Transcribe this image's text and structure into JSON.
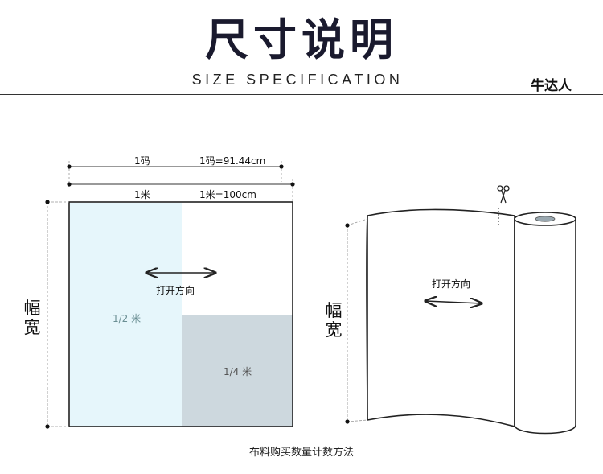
{
  "header": {
    "title": "尺寸说明",
    "subtitle": "SIZE SPECIFICATION",
    "brand": "牛达人"
  },
  "left_diagram": {
    "yard_label": "1码",
    "yard_value": "1码=91.44cm",
    "meter_label": "1米",
    "meter_value": "1米=100cm",
    "width_label": "幅宽",
    "open_direction": "打开方向",
    "half_meter": "1/2 米",
    "quarter_meter": "1/4 米"
  },
  "right_diagram": {
    "open_direction": "打开方向",
    "width_label": "幅宽"
  },
  "caption": "布料购买数量计数方法",
  "colors": {
    "half_fill": "#e6f6fb",
    "quarter_fill": "#cdd8de",
    "line": "#222222"
  },
  "icons": {
    "scissors": "scissors-icon"
  }
}
